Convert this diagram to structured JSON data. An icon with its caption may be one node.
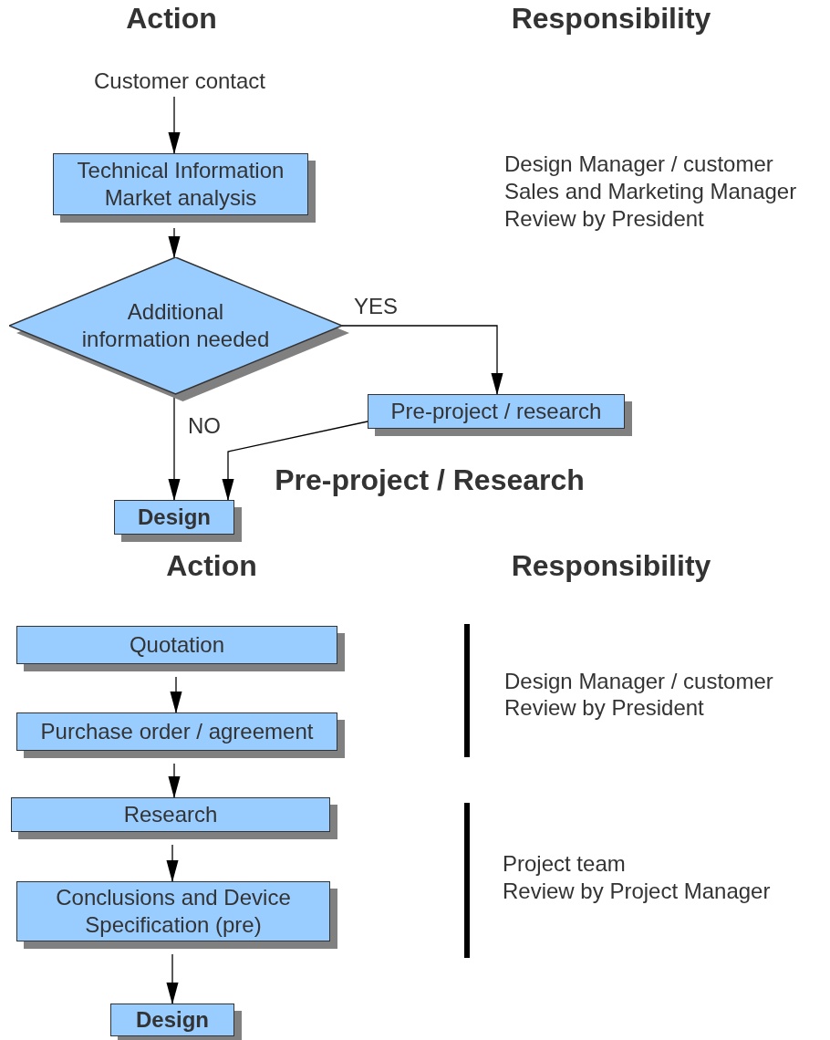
{
  "diagram": {
    "nodes": [
      {
        "text": [
          "Customer contact"
        ]
      },
      {
        "text": [
          "Technical Information Market analysis"
        ]
      },
      {
        "text": [
          "Additional information needed"
        ]
      },
      {
        "text": [
          "Pre-project / research"
        ]
      },
      {
        "text": [
          "Design"
        ]
      },
      {
        "text": [
          "Quotation"
        ]
      },
      {
        "text": [
          "Purchase order / agreement"
        ]
      },
      {
        "text": [
          "Research"
        ]
      },
      {
        "text": [
          "Conclusions and Device Specification (pre)"
        ]
      },
      {
        "text": [
          "Design"
        ]
      }
    ],
    "edges": [
      {
        "from": 0,
        "to": 1,
        "arrow": "to"
      },
      {
        "from": 1,
        "to": 2,
        "arrow": "to"
      },
      {
        "from": 2,
        "to": 3,
        "arrow": "to",
        "label": "YES"
      },
      {
        "from": 2,
        "to": 4,
        "arrow": "to",
        "label": "NO"
      },
      {
        "from": 3,
        "to": 4,
        "arrow": "to"
      },
      {
        "from": 5,
        "to": 6,
        "arrow": "to"
      },
      {
        "from": 6,
        "to": 7,
        "arrow": "to"
      },
      {
        "from": 7,
        "to": 8,
        "arrow": "to"
      },
      {
        "from": 8,
        "to": 9,
        "arrow": "to"
      }
    ],
    "labels": [
      "Action",
      "Responsibility",
      "Design Manager / customer",
      "Sales and Marketing Manager",
      "Review by President",
      "Pre-project / Research",
      "Action",
      "Responsibility",
      "Design Manager / customer",
      "Review by President",
      "Project team",
      "Review by Project Manager"
    ]
  }
}
